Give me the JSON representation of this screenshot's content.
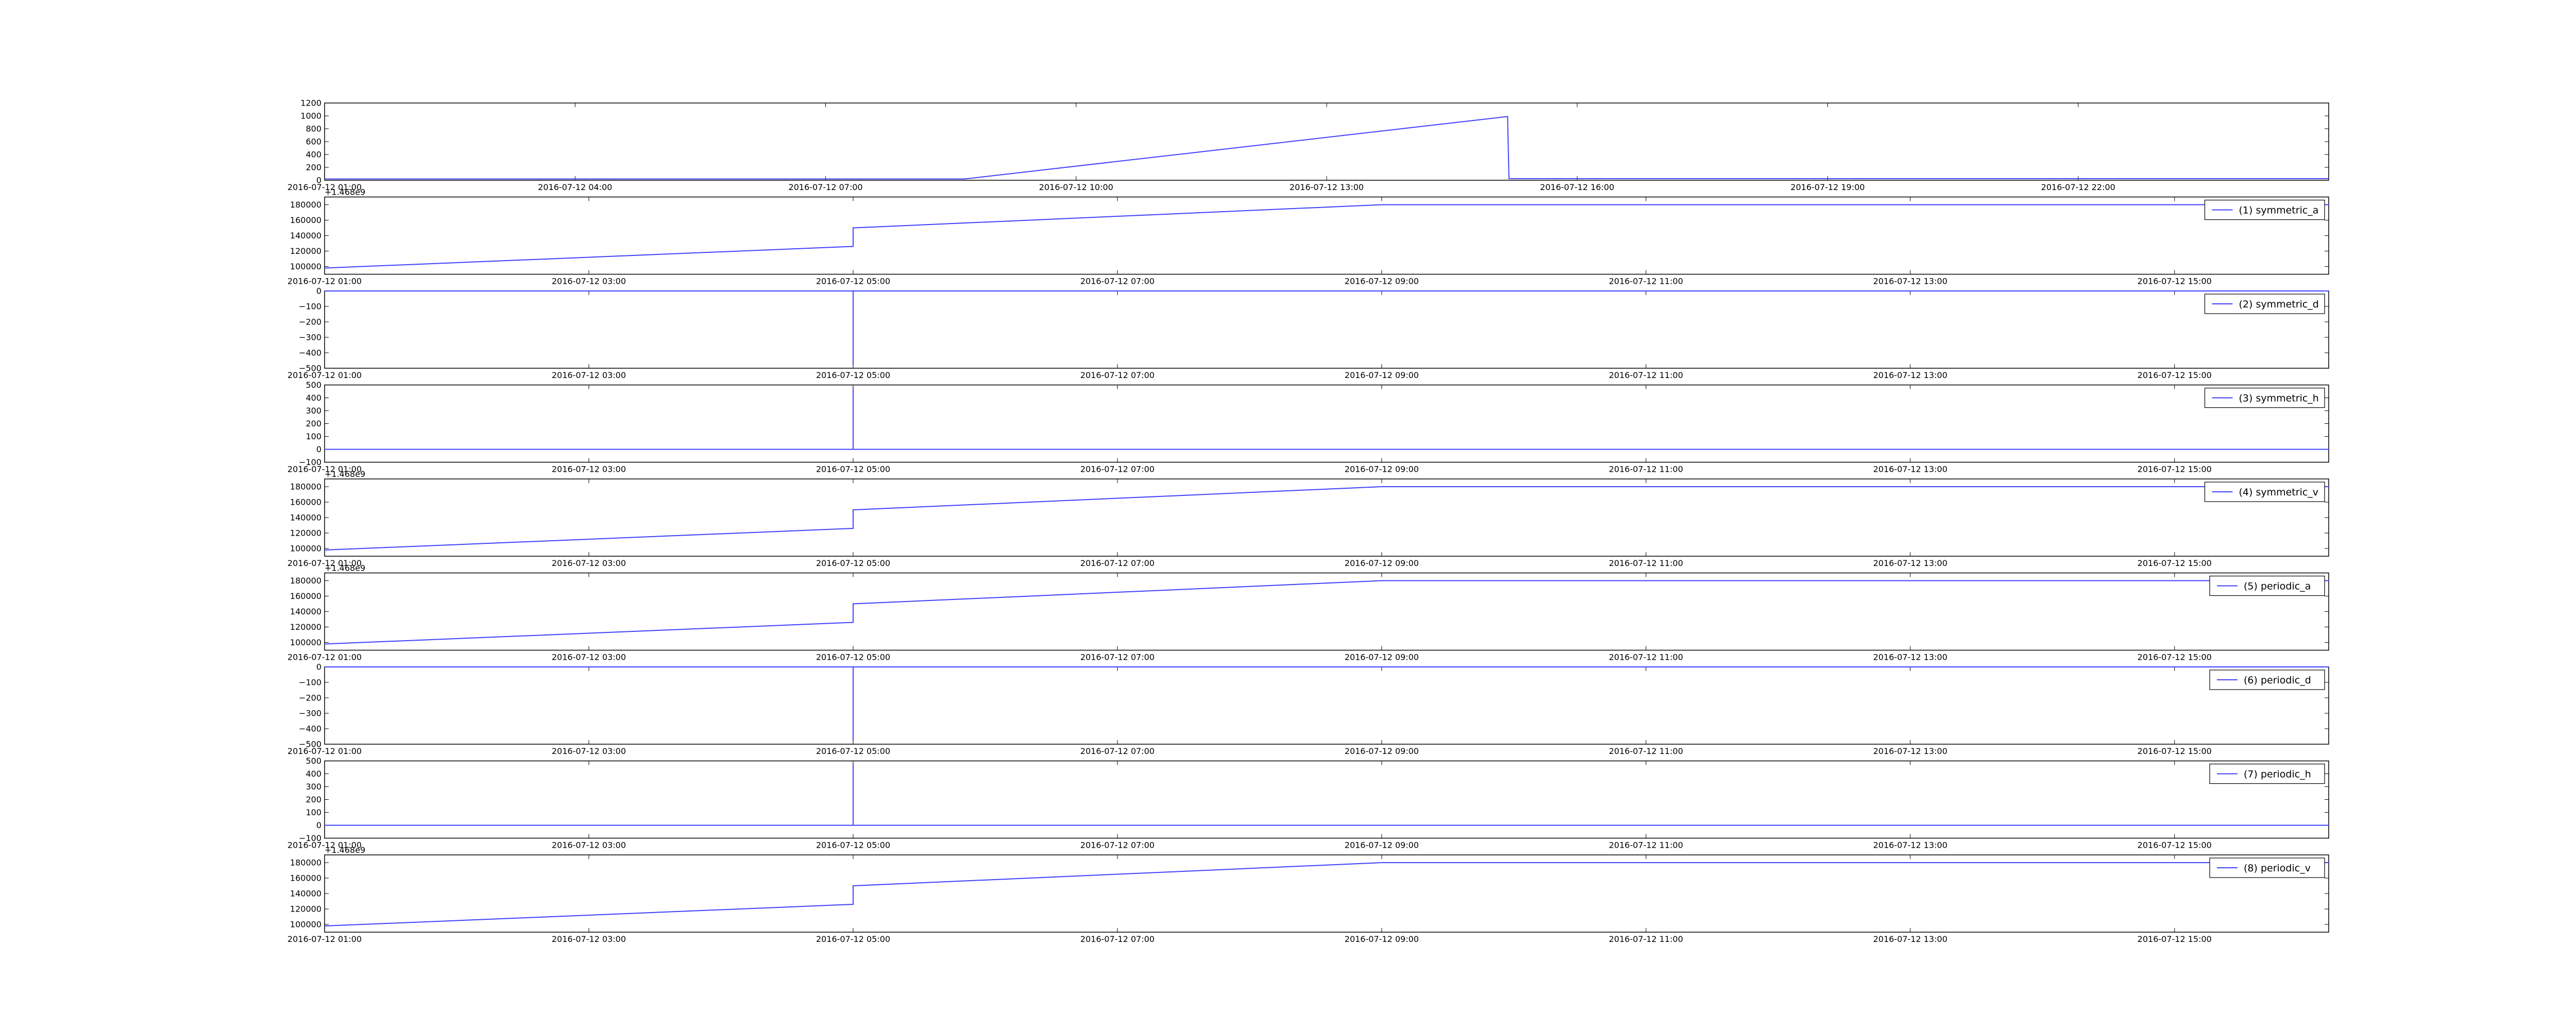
{
  "figure": {
    "background": "#ffffff",
    "line_color": "#4040ff"
  },
  "chart_data": [
    {
      "type": "line",
      "title": "",
      "xlabel": "",
      "ylabel": "",
      "legend": null,
      "x_range": [
        "2016-07-12 01:00",
        "2016-07-13 01:00"
      ],
      "xticks": [
        "2016-07-12 01:00",
        "2016-07-12 04:00",
        "2016-07-12 07:00",
        "2016-07-12 10:00",
        "2016-07-12 13:00",
        "2016-07-12 16:00",
        "2016-07-12 19:00",
        "2016-07-12 22:00"
      ],
      "ylim": [
        0,
        1200
      ],
      "yticks": [
        0,
        200,
        400,
        600,
        800,
        1000,
        1200
      ],
      "offset_label": "",
      "x": [
        "2016-07-12 01:00",
        "2016-07-12 08:40",
        "2016-07-12 15:10",
        "2016-07-12 15:11",
        "2016-07-13 01:00"
      ],
      "y": [
        20,
        20,
        990,
        25,
        25
      ]
    },
    {
      "type": "line",
      "legend": "(1) symmetric_a",
      "x_range": [
        "2016-07-12 01:00",
        "2016-07-12 16:10"
      ],
      "xticks": [
        "2016-07-12 01:00",
        "2016-07-12 03:00",
        "2016-07-12 05:00",
        "2016-07-12 07:00",
        "2016-07-12 09:00",
        "2016-07-12 11:00",
        "2016-07-12 13:00",
        "2016-07-12 15:00"
      ],
      "ylim": [
        90000,
        190000
      ],
      "yticks": [
        100000,
        120000,
        140000,
        160000,
        180000
      ],
      "offset_label": "+1.468e9",
      "x": [
        "2016-07-12 01:00",
        "2016-07-12 05:00",
        "2016-07-12 05:00",
        "2016-07-12 09:00",
        "2016-07-12 16:10"
      ],
      "y": [
        98000,
        126000,
        150000,
        180000,
        180000
      ]
    },
    {
      "type": "line",
      "legend": "(2) symmetric_d",
      "x_range": [
        "2016-07-12 01:00",
        "2016-07-12 16:10"
      ],
      "xticks": [
        "2016-07-12 01:00",
        "2016-07-12 03:00",
        "2016-07-12 05:00",
        "2016-07-12 07:00",
        "2016-07-12 09:00",
        "2016-07-12 11:00",
        "2016-07-12 13:00",
        "2016-07-12 15:00"
      ],
      "ylim": [
        -500,
        0
      ],
      "yticks": [
        0,
        -100,
        -200,
        -300,
        -400,
        -500
      ],
      "offset_label": "",
      "x": [
        "2016-07-12 01:00",
        "2016-07-12 05:00",
        "2016-07-12 05:00",
        "2016-07-12 05:00",
        "2016-07-12 16:10"
      ],
      "y": [
        0,
        0,
        -480,
        0,
        0
      ]
    },
    {
      "type": "line",
      "legend": "(3) symmetric_h",
      "x_range": [
        "2016-07-12 01:00",
        "2016-07-12 16:10"
      ],
      "xticks": [
        "2016-07-12 01:00",
        "2016-07-12 03:00",
        "2016-07-12 05:00",
        "2016-07-12 07:00",
        "2016-07-12 09:00",
        "2016-07-12 11:00",
        "2016-07-12 13:00",
        "2016-07-12 15:00"
      ],
      "ylim": [
        -100,
        500
      ],
      "yticks": [
        -100,
        0,
        100,
        200,
        300,
        400,
        500
      ],
      "offset_label": "",
      "x": [
        "2016-07-12 01:00",
        "2016-07-12 05:00",
        "2016-07-12 05:00",
        "2016-07-12 05:00",
        "2016-07-12 16:10"
      ],
      "y": [
        0,
        0,
        480,
        0,
        0
      ]
    },
    {
      "type": "line",
      "legend": "(4) symmetric_v",
      "x_range": [
        "2016-07-12 01:00",
        "2016-07-12 16:10"
      ],
      "xticks": [
        "2016-07-12 01:00",
        "2016-07-12 03:00",
        "2016-07-12 05:00",
        "2016-07-12 07:00",
        "2016-07-12 09:00",
        "2016-07-12 11:00",
        "2016-07-12 13:00",
        "2016-07-12 15:00"
      ],
      "ylim": [
        90000,
        190000
      ],
      "yticks": [
        100000,
        120000,
        140000,
        160000,
        180000
      ],
      "offset_label": "+1.468e9",
      "x": [
        "2016-07-12 01:00",
        "2016-07-12 05:00",
        "2016-07-12 05:00",
        "2016-07-12 09:00",
        "2016-07-12 16:10"
      ],
      "y": [
        98000,
        126000,
        150000,
        180000,
        180000
      ]
    },
    {
      "type": "line",
      "legend": "(5) periodic_a",
      "x_range": [
        "2016-07-12 01:00",
        "2016-07-12 16:10"
      ],
      "xticks": [
        "2016-07-12 01:00",
        "2016-07-12 03:00",
        "2016-07-12 05:00",
        "2016-07-12 07:00",
        "2016-07-12 09:00",
        "2016-07-12 11:00",
        "2016-07-12 13:00",
        "2016-07-12 15:00"
      ],
      "ylim": [
        90000,
        190000
      ],
      "yticks": [
        100000,
        120000,
        140000,
        160000,
        180000
      ],
      "offset_label": "+1.468e9",
      "x": [
        "2016-07-12 01:00",
        "2016-07-12 05:00",
        "2016-07-12 05:00",
        "2016-07-12 09:00",
        "2016-07-12 16:10"
      ],
      "y": [
        98000,
        126000,
        150000,
        180000,
        180000
      ]
    },
    {
      "type": "line",
      "legend": "(6) periodic_d",
      "x_range": [
        "2016-07-12 01:00",
        "2016-07-12 16:10"
      ],
      "xticks": [
        "2016-07-12 01:00",
        "2016-07-12 03:00",
        "2016-07-12 05:00",
        "2016-07-12 07:00",
        "2016-07-12 09:00",
        "2016-07-12 11:00",
        "2016-07-12 13:00",
        "2016-07-12 15:00"
      ],
      "ylim": [
        -500,
        0
      ],
      "yticks": [
        0,
        -100,
        -200,
        -300,
        -400,
        -500
      ],
      "offset_label": "",
      "x": [
        "2016-07-12 01:00",
        "2016-07-12 05:00",
        "2016-07-12 05:00",
        "2016-07-12 05:00",
        "2016-07-12 16:10"
      ],
      "y": [
        0,
        0,
        -480,
        0,
        0
      ]
    },
    {
      "type": "line",
      "legend": "(7) periodic_h",
      "x_range": [
        "2016-07-12 01:00",
        "2016-07-12 16:10"
      ],
      "xticks": [
        "2016-07-12 01:00",
        "2016-07-12 03:00",
        "2016-07-12 05:00",
        "2016-07-12 07:00",
        "2016-07-12 09:00",
        "2016-07-12 11:00",
        "2016-07-12 13:00",
        "2016-07-12 15:00"
      ],
      "ylim": [
        -100,
        500
      ],
      "yticks": [
        -100,
        0,
        100,
        200,
        300,
        400,
        500
      ],
      "offset_label": "",
      "x": [
        "2016-07-12 01:00",
        "2016-07-12 05:00",
        "2016-07-12 05:00",
        "2016-07-12 05:00",
        "2016-07-12 16:10"
      ],
      "y": [
        0,
        0,
        480,
        0,
        0
      ]
    },
    {
      "type": "line",
      "legend": "(8) periodic_v",
      "x_range": [
        "2016-07-12 01:00",
        "2016-07-12 16:10"
      ],
      "xticks": [
        "2016-07-12 01:00",
        "2016-07-12 03:00",
        "2016-07-12 05:00",
        "2016-07-12 07:00",
        "2016-07-12 09:00",
        "2016-07-12 11:00",
        "2016-07-12 13:00",
        "2016-07-12 15:00"
      ],
      "ylim": [
        90000,
        190000
      ],
      "yticks": [
        100000,
        120000,
        140000,
        160000,
        180000
      ],
      "offset_label": "+1.468e9",
      "x": [
        "2016-07-12 01:00",
        "2016-07-12 05:00",
        "2016-07-12 05:00",
        "2016-07-12 09:00",
        "2016-07-12 16:10"
      ],
      "y": [
        98000,
        126000,
        150000,
        180000,
        180000
      ]
    }
  ]
}
